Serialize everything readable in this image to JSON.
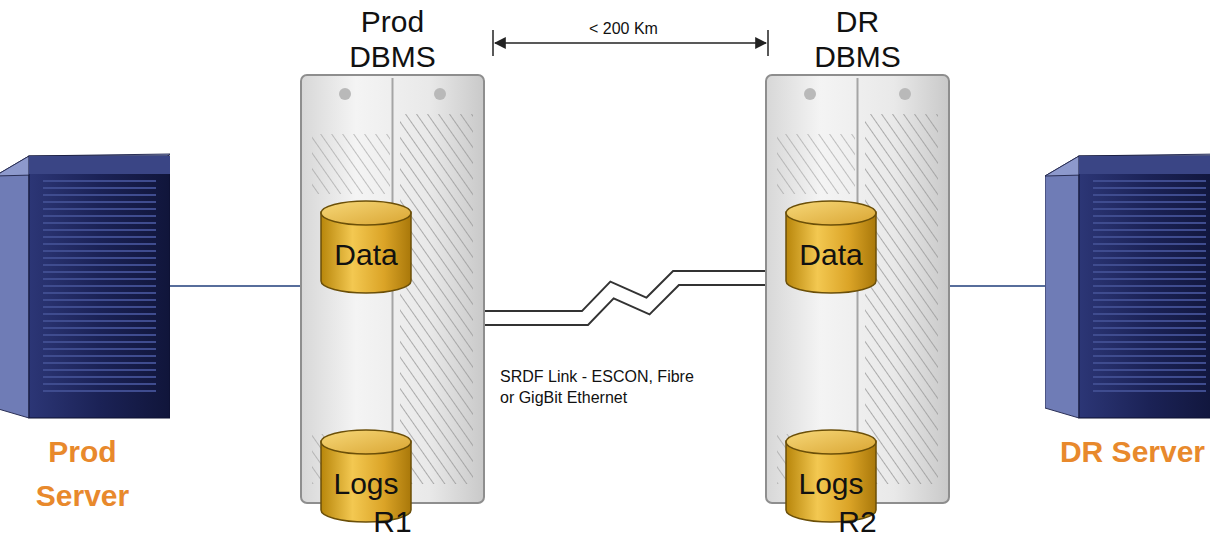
{
  "diagram": {
    "nodes": [
      {
        "text": [
          "Prod Server"
        ]
      },
      {
        "text": [
          "Prod DBMS",
          "R1"
        ]
      },
      {
        "text": [
          "Data"
        ],
        "in": 1
      },
      {
        "text": [
          "Logs"
        ],
        "in": 1
      },
      {
        "text": [
          "DR DBMS",
          "R2"
        ]
      },
      {
        "text": [
          "Data"
        ],
        "in": 4
      },
      {
        "text": [
          "Logs"
        ],
        "in": 4
      },
      {
        "text": [
          "DR Server"
        ]
      }
    ],
    "edges": [
      {
        "from": 0,
        "to": 1,
        "arrow": "none"
      },
      {
        "from": 1,
        "to": 4,
        "label": "SRDF Link - ESCON, Fibre or GigBit Ethernet",
        "arrow": "none"
      },
      {
        "from": 4,
        "to": 7,
        "arrow": "none"
      }
    ],
    "labels": [
      "< 200 Km"
    ]
  }
}
